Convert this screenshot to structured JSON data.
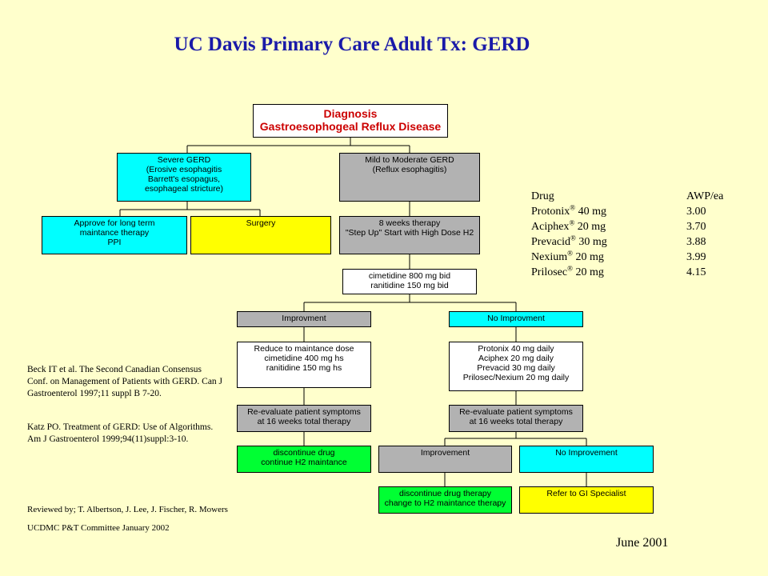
{
  "title": "UC Davis Primary Care Adult Tx: GERD",
  "boxes": {
    "diagnosis": "Diagnosis\nGastroesophogeal Reflux Disease",
    "severe": "Severe GERD\n(Erosive esophagitis\nBarrett's esopagus,\nesophageal stricture)",
    "mild": "Mild to Moderate    GERD\n(Reflux esophagitis)",
    "approve": "Approve for long term\nmaintance therapy\nPPI",
    "surgery": "Surgery",
    "eight_weeks": "8 weeks therapy\n\"Step Up\" Start with High Dose H2",
    "h2_dose": "cimetidine 800 mg bid\nranitidine 150 mg bid",
    "improvment": "Improvment",
    "no_improvment": "No Improvment",
    "reduce": "Reduce to maintance dose\ncimetidine 400 mg hs\nranitidine 150 mg hs",
    "ppi_list": "Protonix 40 mg daily\nAciphex 20 mg daily\nPrevacid 30 mg daily\nPrilosec/Nexium 20 mg daily",
    "reeval_left": "Re-evaluate patient symptoms\nat 16 weeks total therapy",
    "reeval_right": "Re-evaluate patient symptoms\nat 16 weeks total therapy",
    "discontinue_left": "discontinue drug\ncontinue H2 maintance",
    "improvement2": "Improvement",
    "no_improvement2": "No Improvement",
    "discontinue_right": "discontinue drug therapy\nchange to H2 maintance therapy",
    "refer": "Refer to GI Specialist"
  },
  "drug_table": {
    "header": {
      "drug": "Drug",
      "price": "AWP/ea"
    },
    "rows": [
      {
        "name": "Protonix",
        "reg": "®",
        "dose": " 40 mg",
        "price": "3.00"
      },
      {
        "name": "Aciphex",
        "reg": "®",
        "dose": " 20 mg",
        "price": "3.70"
      },
      {
        "name": "Prevacid",
        "reg": "®",
        "dose": " 30 mg",
        "price": "3.88"
      },
      {
        "name": "Nexium",
        "reg": "®",
        "dose": " 20 mg",
        "price": "3.99"
      },
      {
        "name": "Prilosec",
        "reg": "®",
        "dose": "  20 mg",
        "price": "4.15"
      }
    ]
  },
  "references": {
    "ref1": "Beck IT et al. The Second Canadian Consensus Conf. on Management of Patients with GERD.  Can J Gastroenterol 1997;11 suppl B 7-20.",
    "ref2": "Katz PO. Treatment of GERD: Use  of Algorithms.  Am J Gastroenterol 1999;94(11)suppl:3-10."
  },
  "reviewed": "Reviewed by; T. Albertson, J. Lee, J. Fischer, R. Mowers",
  "committee": "UCDMC P&T Committee  January 2002",
  "date": "June   2001"
}
